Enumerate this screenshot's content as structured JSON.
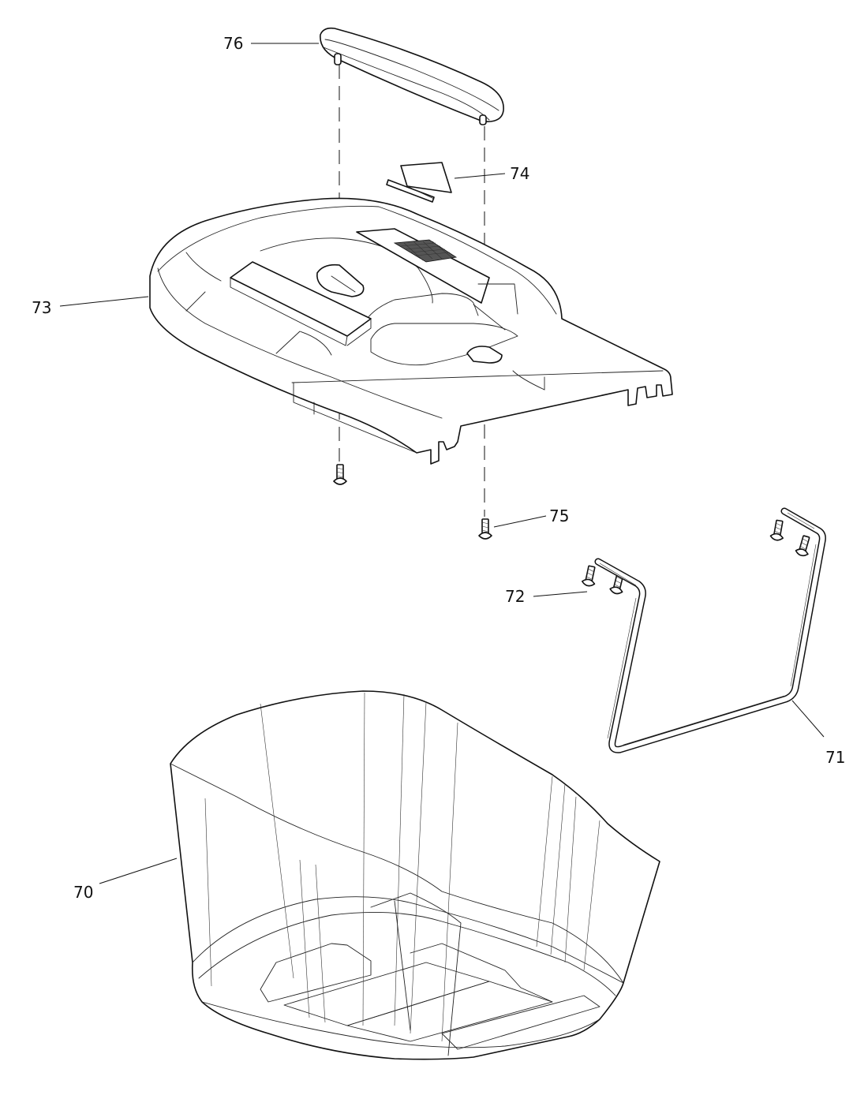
{
  "callouts": {
    "c70": "70",
    "c71": "71",
    "c72": "72",
    "c73": "73",
    "c74": "74",
    "c75": "75",
    "c76": "76"
  }
}
